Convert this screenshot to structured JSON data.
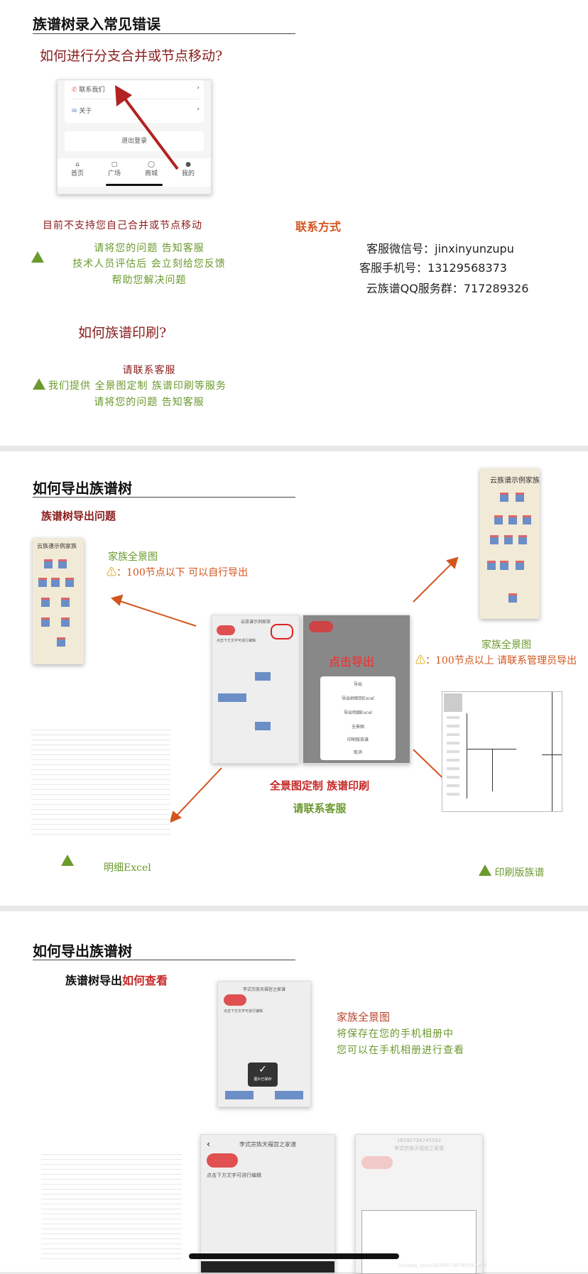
{
  "section1": {
    "title": "族谱树录入常见错误",
    "question1": "如何进行分支合并或节点移动?",
    "phone": {
      "menu_contact": "联系我们",
      "menu_about": "关于",
      "logout": "退出登录",
      "tabs": [
        "首页",
        "广场",
        "商城",
        "我的"
      ]
    },
    "notice_line1": "目前不支持您自己合并或节点移动",
    "notice_line2": "请将您的问题 告知客服",
    "notice_line3": "技术人员评估后 会立刻给您反馈",
    "notice_line4": "帮助您解决问题",
    "contact_title": "联系方式",
    "wechat": "客服微信号：jinxinyunzupu",
    "mobile": "客服手机号：13129568373",
    "qq": "云族谱QQ服务群：717289326",
    "question2": "如何族谱印刷?",
    "print_line1": "请联系客服",
    "print_line2": "我们提供 全景图定制 族谱印刷等服务",
    "print_line3": "请将您的问题 告知客服"
  },
  "section2": {
    "title": "如何导出族谱树",
    "subtitle": "族谱树导出问题",
    "tree_title": "云族谱示例家族",
    "panorama_label": "家族全景图",
    "under100": "：100节点以下 可以自行导出",
    "over100": "：100节点以上 请联系管理员导出",
    "click_export": "点击导出",
    "app_title": "云族谱示例家族",
    "app_hint": "点击下方文字可进行编辑",
    "menu": [
      "导出",
      "导出树图到Excel",
      "导出明细Excel",
      "全景图",
      "印刷版族谱",
      "取消"
    ],
    "custom_line": "全景图定制 族谱印刷",
    "contact_line": "请联系客服",
    "excel_label": "明细Excel",
    "print_label": "印刷版族谱"
  },
  "section3": {
    "title": "如何导出族谱树",
    "subtitle_a": "族谱树导出",
    "subtitle_b": "如何查看",
    "app_title": "李式宗族天福宫之家谱",
    "app_hint": "点击下方文字可进行编辑",
    "saved": "图片已保存",
    "panorama_title": "家族全景图",
    "panorama_line1": "将保存在您的手机相册中",
    "panorama_line2": "您可以在手机相册进行查看",
    "file_name": "/uniapp_save/16590736745592.pdf",
    "phone_num": "16590736745592"
  },
  "colors": {
    "dark_red": "#8a1c1c",
    "green": "#6b9a2e",
    "orange": "#d2561f",
    "red": "#e05050"
  }
}
